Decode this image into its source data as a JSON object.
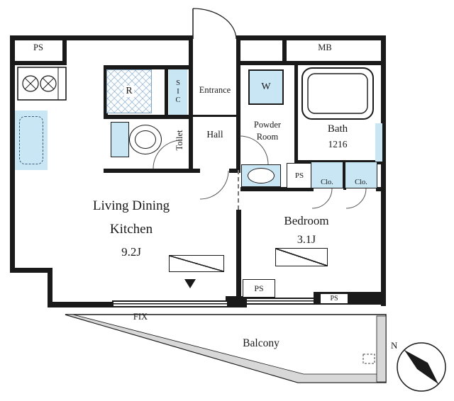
{
  "floor_plan": {
    "rooms": {
      "ldk": {
        "line1": "Living Dining",
        "line2": "Kitchen",
        "area": "9.2J"
      },
      "bedroom": {
        "name": "Bedroom",
        "area": "3.1J"
      },
      "entrance": {
        "name": "Entrance"
      },
      "hall": {
        "name": "Hall"
      },
      "toilet": {
        "name": "Toilet"
      },
      "powder_room": {
        "line1": "Powder",
        "line2": "Room"
      },
      "bath": {
        "name": "Bath",
        "size": "1216"
      },
      "sic": {
        "name": "SIC"
      },
      "balcony": {
        "name": "Balcony"
      }
    },
    "fixtures": {
      "refrigerator": "R",
      "washer": "W"
    },
    "closets": {
      "left": "Clo.",
      "right": "Clo."
    },
    "shafts": {
      "ps_top_left": "PS",
      "mb": "MB",
      "ps_center": "PS",
      "ps_bottom_center": "PS",
      "ps_bottom_right": "PS"
    },
    "windows": {
      "fix_label": "FIX"
    },
    "compass": {
      "north": "N"
    },
    "colors": {
      "wall": "#1a1a1a",
      "fixture_blue": "#c9e6f5",
      "balcony_gray": "#d8d8d8"
    }
  }
}
